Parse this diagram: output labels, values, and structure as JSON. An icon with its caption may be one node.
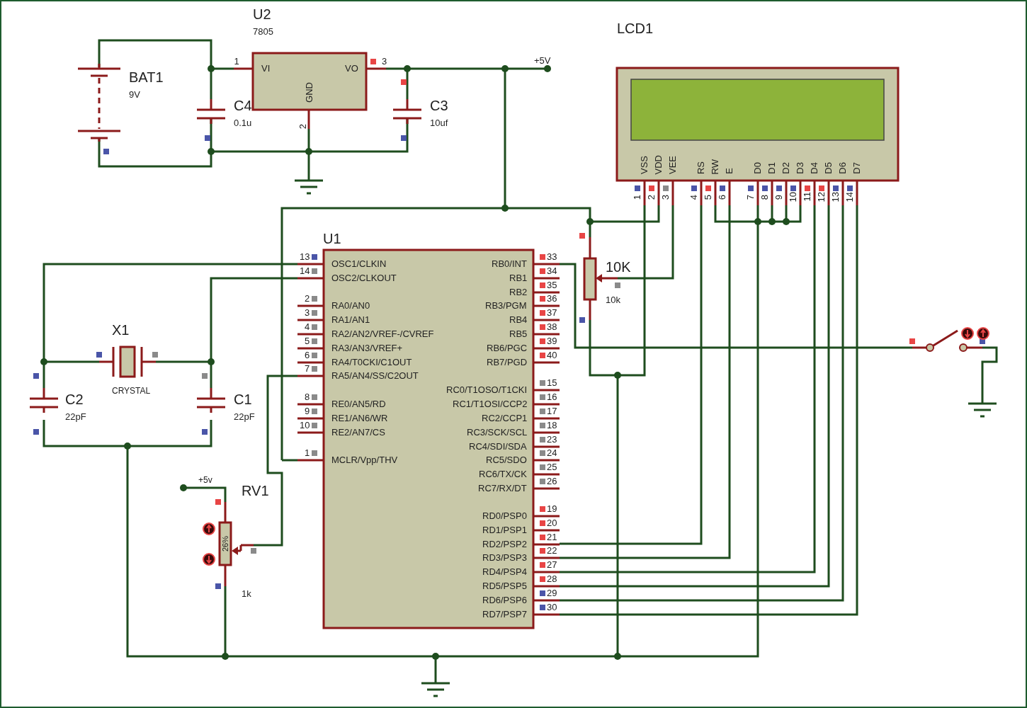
{
  "diagram": {
    "nodes": [
      {
        "text": [
          "U2",
          "7805",
          "VI",
          "VO",
          "GND"
        ]
      },
      {
        "text": [
          "BAT1",
          "9V"
        ]
      },
      {
        "text": [
          "C4",
          "0.1u"
        ]
      },
      {
        "text": [
          "C3",
          "10uf"
        ]
      },
      {
        "text": [
          "LCD1",
          "VSS",
          "VDD",
          "VEE",
          "RS",
          "RW",
          "E",
          "D0",
          "D1",
          "D2",
          "D3",
          "D4",
          "D5",
          "D6",
          "D7"
        ]
      },
      {
        "text": [
          "U1",
          "OSC1/CLKIN",
          "OSC2/CLKOUT",
          "RA0/AN0",
          "RA1/AN1",
          "RA2/AN2/VREF-/CVREF",
          "RA3/AN3/VREF+",
          "RA4/T0CKI/C1OUT",
          "RA5/AN4/SS/C2OUT",
          "RE0/AN5/RD",
          "RE1/AN6/WR",
          "RE2/AN7/CS",
          "MCLR/Vpp/THV",
          "RB0/INT",
          "RB1",
          "RB2",
          "RB3/PGM",
          "RB4",
          "RB5",
          "RB6/PGC",
          "RB7/PGD",
          "RC0/T1OSO/T1CKI",
          "RC1/T1OSI/CCP2",
          "RC2/CCP1",
          "RC3/SCK/SCL",
          "RC4/SDI/SDA",
          "RC5/SDO",
          "RC6/TX/CK",
          "RC7/RX/DT",
          "RD0/PSP0",
          "RD1/PSP1",
          "RD2/PSP2",
          "RD3/PSP3",
          "RD4/PSP4",
          "RD5/PSP5",
          "RD6/PSP6",
          "RD7/PSP7"
        ]
      },
      {
        "text": [
          "10K",
          "10k"
        ]
      },
      {
        "text": [
          "X1",
          "CRYSTAL"
        ]
      },
      {
        "text": [
          "C2",
          "22pF"
        ]
      },
      {
        "text": [
          "C1",
          "22pF"
        ]
      },
      {
        "text": [
          "RV1",
          "26%",
          "1k"
        ]
      },
      {
        "text": [],
        "shape": "switch"
      }
    ],
    "edges": [
      {
        "from": 4,
        "to": 5,
        "arrow": "none"
      },
      {
        "from": 4,
        "to": 5,
        "arrow": "none"
      },
      {
        "from": 4,
        "to": 5,
        "arrow": "none"
      },
      {
        "from": 4,
        "to": 5,
        "arrow": "none"
      },
      {
        "from": 4,
        "to": 5,
        "arrow": "none"
      },
      {
        "from": 4,
        "to": 5,
        "arrow": "none"
      },
      {
        "from": 5,
        "to": 11,
        "arrow": "none"
      }
    ],
    "labels": [
      "1",
      "3",
      "2",
      "+5V",
      "1",
      "2",
      "3",
      "4",
      "5",
      "6",
      "7",
      "8",
      "9",
      "10",
      "11",
      "12",
      "13",
      "14",
      "13",
      "14",
      "2",
      "3",
      "4",
      "5",
      "6",
      "7",
      "8",
      "9",
      "10",
      "1",
      "33",
      "34",
      "35",
      "36",
      "37",
      "38",
      "39",
      "40",
      "15",
      "16",
      "17",
      "18",
      "23",
      "24",
      "25",
      "26",
      "19",
      "20",
      "21",
      "22",
      "27",
      "28",
      "29",
      "30",
      "+5v"
    ]
  }
}
